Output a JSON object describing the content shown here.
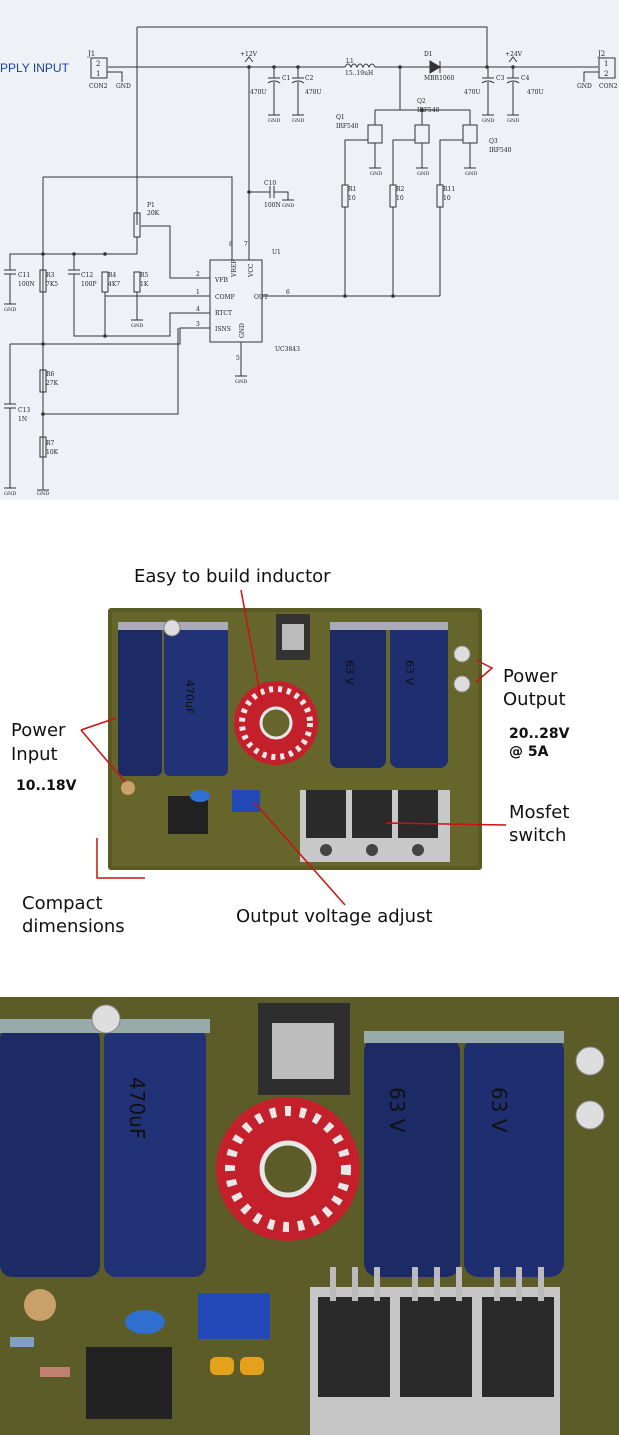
{
  "schematic": {
    "supply_input_label": "PPLY INPUT",
    "connectors": {
      "j1": {
        "ref": "J1",
        "pins": [
          "2",
          "1"
        ],
        "type": "CON2",
        "gnd": "GND"
      },
      "j2": {
        "ref": "J2",
        "pins": [
          "1",
          "2"
        ],
        "type": "CON2",
        "gnd": "GND"
      }
    },
    "rails": {
      "v12": "+12V",
      "v24": "+24V"
    },
    "inductor": {
      "ref": "L1",
      "value": "15..19uH"
    },
    "diode": {
      "ref": "D1",
      "value": "MBR1060"
    },
    "caps": {
      "c1": {
        "ref": "C1",
        "value": "470U"
      },
      "c2": {
        "ref": "C2",
        "value": "470U"
      },
      "c3": {
        "ref": "C3",
        "value": "470U"
      },
      "c4": {
        "ref": "C4",
        "value": "470U"
      },
      "c10": {
        "ref": "C10",
        "value": "100N"
      },
      "c11": {
        "ref": "C11",
        "value": "100N"
      },
      "c12": {
        "ref": "C12",
        "value": "100P"
      },
      "c13": {
        "ref": "C13",
        "value": "1N"
      }
    },
    "mosfets": {
      "q1": {
        "ref": "Q1",
        "value": "IRF540"
      },
      "q2": {
        "ref": "Q2",
        "value": "IRF540"
      },
      "q3": {
        "ref": "Q3",
        "value": "IRF540"
      }
    },
    "resistors": {
      "r1": {
        "ref": "R1",
        "value": "10"
      },
      "r2": {
        "ref": "R2",
        "value": "10"
      },
      "r11": {
        "ref": "R11",
        "value": "10"
      },
      "r3": {
        "ref": "R3",
        "value": "7K5"
      },
      "r4": {
        "ref": "R4",
        "value": "4K7"
      },
      "r5": {
        "ref": "R5",
        "value": "1K"
      },
      "r6": {
        "ref": "R6",
        "value": "27K"
      },
      "r7": {
        "ref": "R7",
        "value": "10K"
      }
    },
    "pot": {
      "ref": "P1",
      "value": "20K"
    },
    "ic": {
      "ref": "U1",
      "part": "UC3843",
      "pins": {
        "vfb": "VFB",
        "comp": "COMP",
        "rtct": "RTCT",
        "isns": "ISNS",
        "vref": "VREF",
        "vcc": "VCC",
        "gnd": "GND",
        "out": "OUT"
      },
      "pin_numbers": {
        "vfb": "2",
        "comp": "1",
        "rtct": "4",
        "isns": "3",
        "vref": "8",
        "vcc": "7",
        "gnd": "5",
        "out": "6"
      }
    },
    "gnd": "GND"
  },
  "annotated_photo": {
    "labels": {
      "inductor": "Easy to build inductor",
      "power_output_1": "Power",
      "power_output_2": "Output",
      "output_spec_1": "20..28V",
      "output_spec_2": "@ 5A",
      "power_input_1": "Power",
      "power_input_2": "Input",
      "input_spec": "10..18V",
      "mosfet_1": "Mosfet",
      "mosfet_2": "switch",
      "compact_1": "Compact",
      "compact_2": "dimensions",
      "voltage_adjust": "Output voltage adjust"
    },
    "capacitor_marking": "63 V",
    "input_cap_marking": "470uF"
  },
  "colors": {
    "schematic_line": "#333333",
    "label_blue": "#1a3ea8",
    "callout_line": "#cc1111",
    "board": "#56561f",
    "cap_blue": "#1c2a66",
    "inductor_copper": "#c4202c"
  }
}
